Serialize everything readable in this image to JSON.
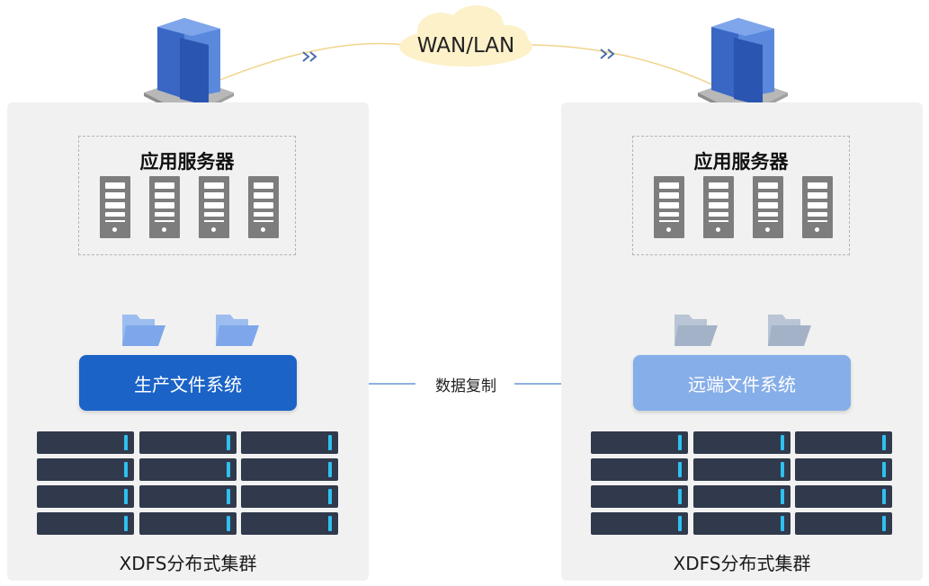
{
  "network": {
    "label": "WAN/LAN"
  },
  "left_site": {
    "app_title": "应用服务器",
    "fs_label": "生产文件系统",
    "cluster_label": "XDFS分布式集群"
  },
  "right_site": {
    "app_title": "应用服务器",
    "fs_label": "远端文件系统",
    "cluster_label": "XDFS分布式集群"
  },
  "replication": {
    "label": "数据复制"
  },
  "colors": {
    "production_fs": "#1b63c6",
    "remote_fs": "#86aee8",
    "cluster_unit": "#303a4c",
    "cluster_led": "#2fc0f0",
    "cloud": "#fdf1c9",
    "link": "#f0d48a"
  },
  "icons": [
    "building-icon",
    "cloud-icon",
    "server-icon",
    "folder-icon",
    "storage-node-icon",
    "chevron-right-icon"
  ]
}
